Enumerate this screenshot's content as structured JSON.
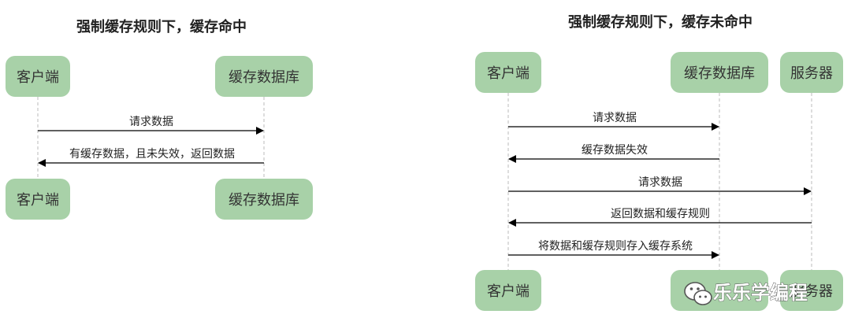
{
  "diagrams": [
    {
      "title": "强制缓存规则下，缓存命中",
      "participants": [
        {
          "id": "client",
          "label": "客户端"
        },
        {
          "id": "cache",
          "label": "缓存数据库"
        }
      ],
      "messages": [
        {
          "from": "client",
          "to": "cache",
          "label": "请求数据"
        },
        {
          "from": "cache",
          "to": "client",
          "label": "有缓存数据，且未失效，返回数据"
        }
      ]
    },
    {
      "title": "强制缓存规则下，缓存未命中",
      "participants": [
        {
          "id": "client",
          "label": "客户端"
        },
        {
          "id": "cache",
          "label": "缓存数据库"
        },
        {
          "id": "server",
          "label": "服务器"
        }
      ],
      "messages": [
        {
          "from": "client",
          "to": "cache",
          "label": "请求数据"
        },
        {
          "from": "cache",
          "to": "client",
          "label": "缓存数据失效"
        },
        {
          "from": "client",
          "to": "server",
          "label": "请求数据"
        },
        {
          "from": "server",
          "to": "client",
          "label": "返回数据和缓存规则"
        },
        {
          "from": "client",
          "to": "cache",
          "label": "将数据和缓存规则存入缓存系统"
        }
      ]
    }
  ],
  "watermark": {
    "label": "乐乐学编程",
    "icon": "wechat-icon"
  },
  "colors": {
    "box_fill": "#a8d1a8",
    "box_text": "#333333",
    "lifeline": "#bbbbbb",
    "arrow": "#000000",
    "title": "#222222"
  }
}
